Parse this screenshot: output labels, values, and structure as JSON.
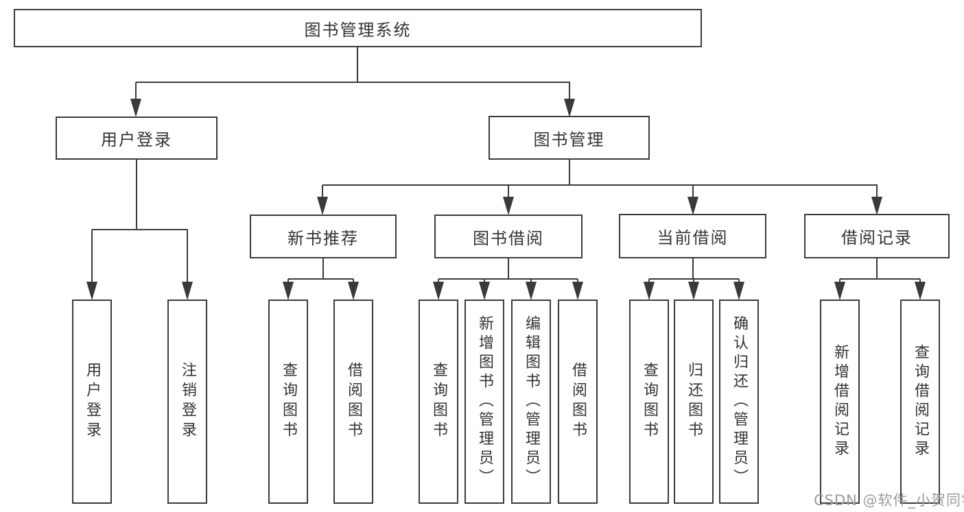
{
  "diagram": {
    "root": "图书管理系统",
    "level2": {
      "user_login": "用户登录",
      "book_mgmt": "图书管理"
    },
    "user_login_children": [
      "用户登录",
      "注销登录"
    ],
    "book_mgmt_children": [
      "新书推荐",
      "图书借阅",
      "当前借阅",
      "借阅记录"
    ],
    "new_book_children": [
      "查询图书",
      "借阅图书"
    ],
    "book_borrow_children": [
      "查询图书",
      "新增图书（管理员）",
      "编辑图书（管理员）",
      "借阅图书"
    ],
    "current_borrow_children": [
      "查询图书",
      "归还图书",
      "确认归还（管理员）"
    ],
    "borrow_record_children": [
      "新增借阅记录",
      "查询借阅记录"
    ]
  },
  "watermark": {
    "text": "CSDN @软件_小贺同学",
    "color": "#9c9c9c"
  },
  "colors": {
    "line": "#3a3a3a",
    "box_border": "#3a3a3a",
    "text": "#333333",
    "background": "#ffffff"
  }
}
